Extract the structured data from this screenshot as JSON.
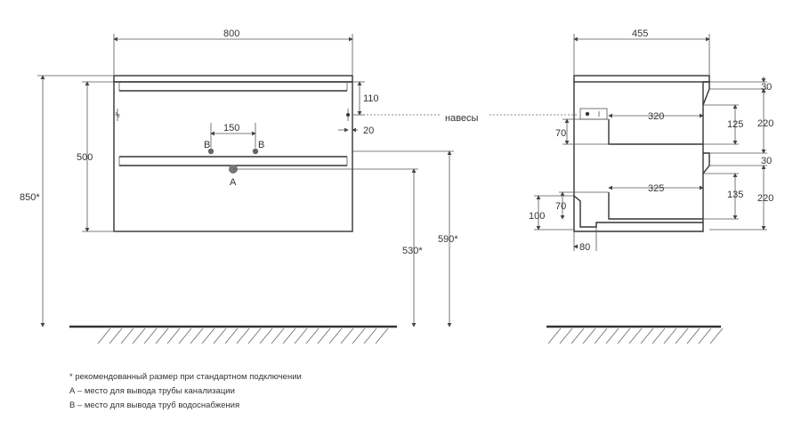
{
  "front": {
    "width": "800",
    "height_body": "500",
    "height_total": "850*",
    "top_offset": "110",
    "side_offset": "20",
    "pipe_spacing": "150",
    "label_b": "B",
    "label_a": "A",
    "mount_530": "530*",
    "mount_590": "590*"
  },
  "hanger_label": "навесы",
  "side": {
    "depth": "455",
    "d30a": "30",
    "d220a": "220",
    "d125": "125",
    "d320": "320",
    "d70a": "70",
    "d30b": "30",
    "d220b": "220",
    "d135": "135",
    "d325": "325",
    "d70b": "70",
    "d100": "100",
    "d80": "80"
  },
  "notes": {
    "n1": "* рекомендованный размер при стандартном подключении",
    "n2": "А – место для вывода трубы канализации",
    "n3": "В – место для вывода труб водоснабжения"
  }
}
